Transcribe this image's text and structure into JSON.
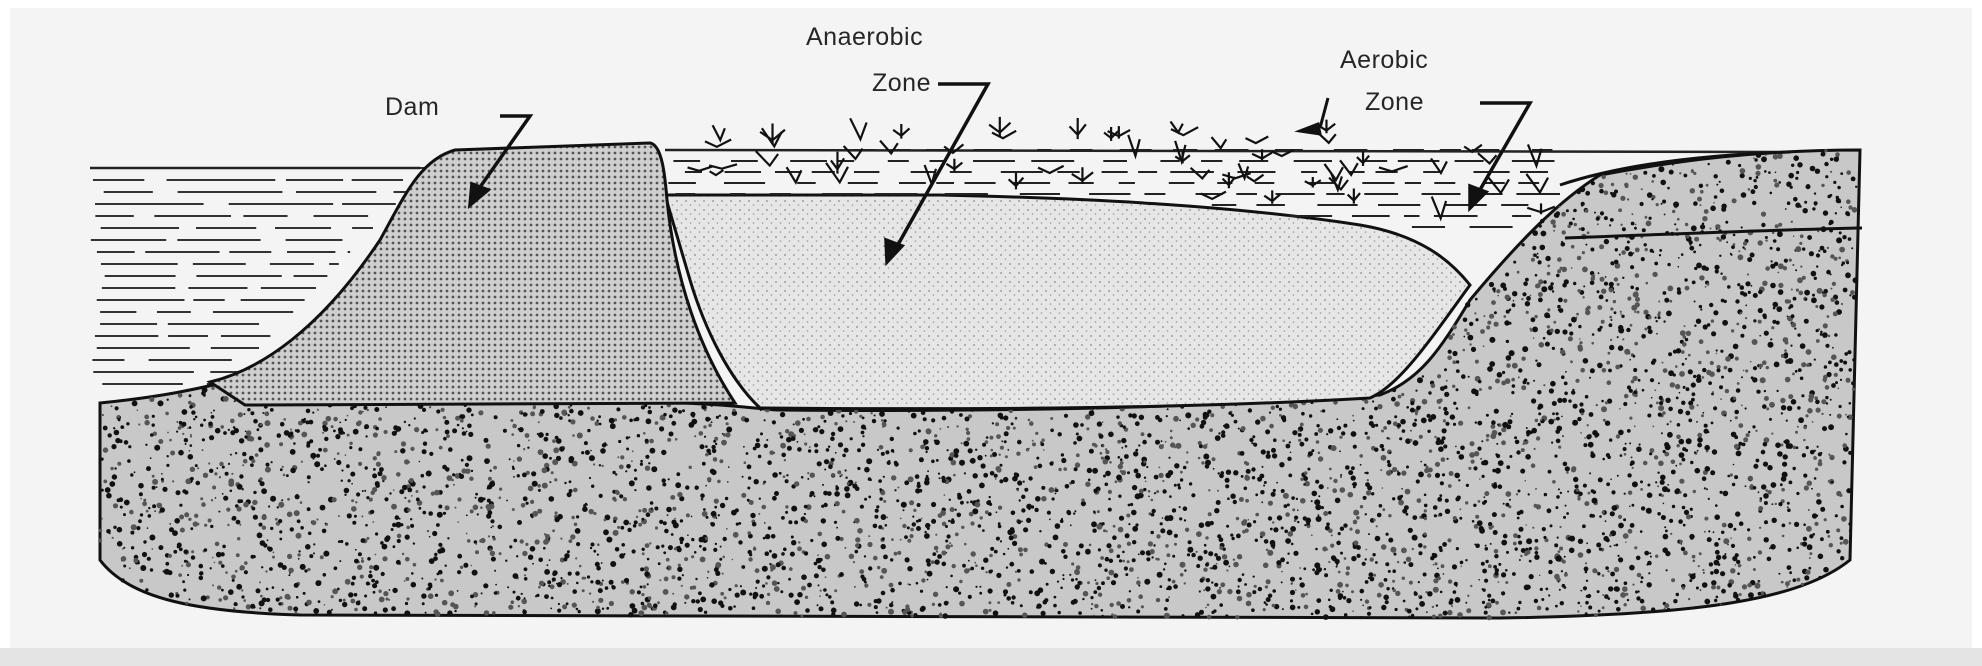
{
  "diagram": {
    "labels": {
      "dam": "Dam",
      "anaerobic_line1": "Anaerobic",
      "anaerobic_line2": "Zone",
      "aerobic_line1": "Aerobic",
      "aerobic_line2": "Zone"
    }
  },
  "colors": {
    "paper": "#f4f4f4",
    "ink": "#161616",
    "dam_fill": "#c9c9c9",
    "sludge_fill": "#e1e1e1",
    "soil_fill": "#bdbdbd"
  }
}
